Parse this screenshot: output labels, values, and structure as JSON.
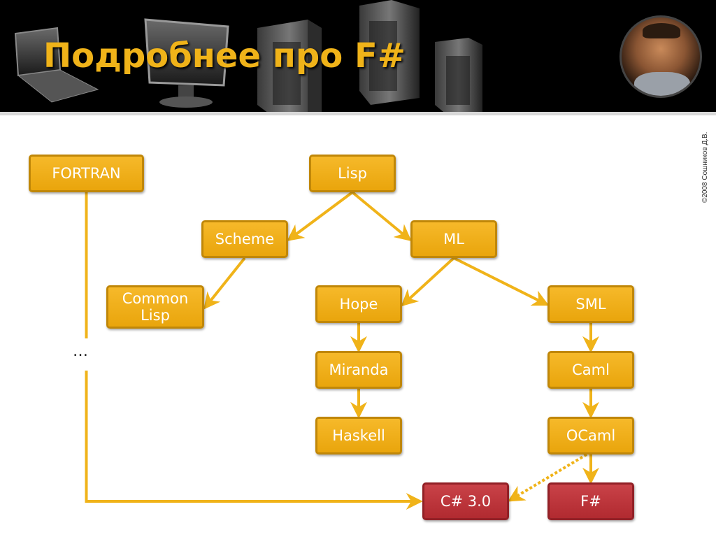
{
  "title": "Подробнее про F#",
  "copyright": "©2008 Сошников Д.В.",
  "ellipsis": "…",
  "colors": {
    "node": "#f0b319",
    "node_border": "#c08708",
    "highlight": "#bf3a40",
    "edge": "#f0b319"
  },
  "nodes": {
    "fortran": "FORTRAN",
    "lisp": "Lisp",
    "scheme": "Scheme",
    "ml": "ML",
    "common_lisp": "Common Lisp",
    "hope": "Hope",
    "sml": "SML",
    "miranda": "Miranda",
    "caml": "Caml",
    "haskell": "Haskell",
    "ocaml": "OCaml",
    "csharp": "C# 3.0",
    "fsharp": "F#"
  },
  "edges": [
    {
      "from": "lisp",
      "to": "scheme",
      "style": "solid"
    },
    {
      "from": "lisp",
      "to": "ml",
      "style": "solid"
    },
    {
      "from": "scheme",
      "to": "common_lisp",
      "style": "solid"
    },
    {
      "from": "ml",
      "to": "hope",
      "style": "solid"
    },
    {
      "from": "ml",
      "to": "sml",
      "style": "solid"
    },
    {
      "from": "hope",
      "to": "miranda",
      "style": "solid"
    },
    {
      "from": "miranda",
      "to": "haskell",
      "style": "solid"
    },
    {
      "from": "sml",
      "to": "caml",
      "style": "solid"
    },
    {
      "from": "caml",
      "to": "ocaml",
      "style": "solid"
    },
    {
      "from": "ocaml",
      "to": "fsharp",
      "style": "solid"
    },
    {
      "from": "ocaml",
      "to": "csharp",
      "style": "dashed"
    },
    {
      "from": "fortran",
      "to": "csharp",
      "style": "solid"
    }
  ]
}
